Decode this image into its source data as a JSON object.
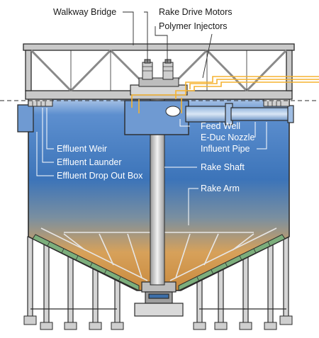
{
  "labels": {
    "walkway_bridge": "Walkway Bridge",
    "rake_drive_motors": "Rake Drive Motors",
    "polymer_injectors": "Polymer Injectors",
    "feed_well": "Feed Well",
    "educ_nozzle": "E-Duc Nozzle",
    "influent_pipe": "Influent Pipe",
    "effluent_weir": "Effluent Weir",
    "effluent_launder": "Effluent Launder",
    "effluent_drop_out_box": "Effluent Drop Out Box",
    "rake_shaft": "Rake Shaft",
    "rake_arm": "Rake Arm"
  },
  "colors": {
    "water_top": "#a9c3e6",
    "water_mid": "#3c74b9",
    "sludge": "#d7a15a",
    "steel": "#c9c9c9",
    "outline": "#2b2b2b",
    "polymer_line": "#f5b331",
    "leader_line": "#ffffff"
  }
}
